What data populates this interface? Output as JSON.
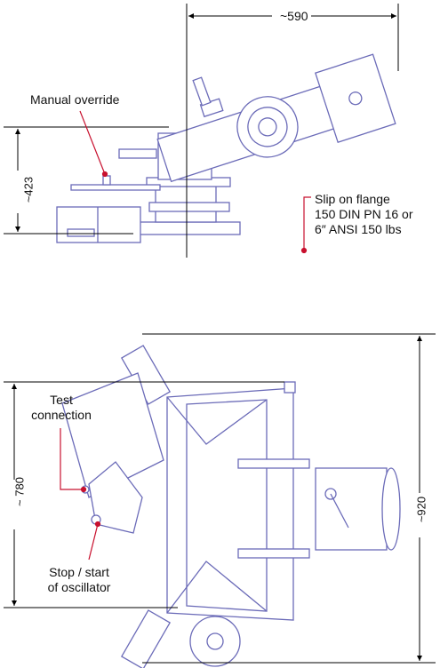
{
  "colors": {
    "line": "#6b6bb8",
    "fill": "#ffffff",
    "dimension": "#000000",
    "leader": "#c8102e",
    "text": "#111111"
  },
  "side_view": {
    "dim_width": "~590",
    "dim_height": "~423",
    "manual_override": "Manual override",
    "flange_lines": [
      "Slip on flange",
      "150 DIN PN 16 or",
      "6″ ANSI 150 lbs"
    ]
  },
  "top_view": {
    "dim_780": "~ 780",
    "dim_920": "~920",
    "test_connection": [
      "Test",
      "connection"
    ],
    "stop_start": [
      "Stop / start",
      "of oscillator"
    ]
  }
}
